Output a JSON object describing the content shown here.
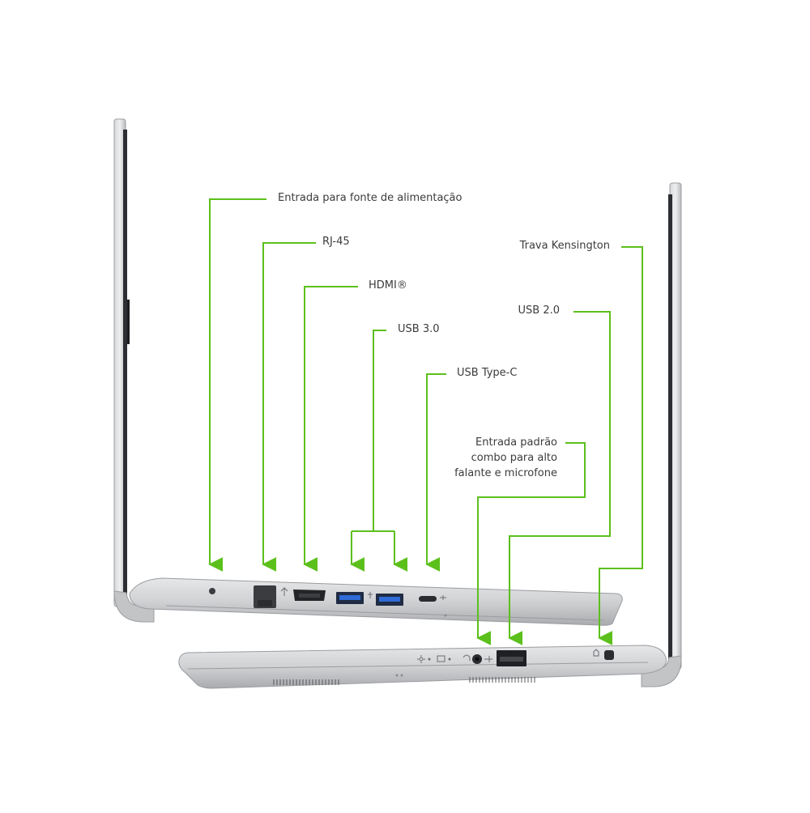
{
  "labels": {
    "power": "Entrada para fonte de alimentação",
    "rj45": "RJ-45",
    "hdmi": "HDMI®",
    "usb3": "USB 3.0",
    "usbc": "USB Type-C",
    "audio_line1": "Entrada padrão",
    "audio_line2": "combo para alto",
    "audio_line3": "falante e microfone",
    "usb2": "USB 2.0",
    "kensington": "Trava Kensington"
  },
  "colors": {
    "callout": "#5cc01c",
    "chassis": "#c9cbcd",
    "screen": "#2c2e33",
    "label_text": "#3c3c3c"
  }
}
